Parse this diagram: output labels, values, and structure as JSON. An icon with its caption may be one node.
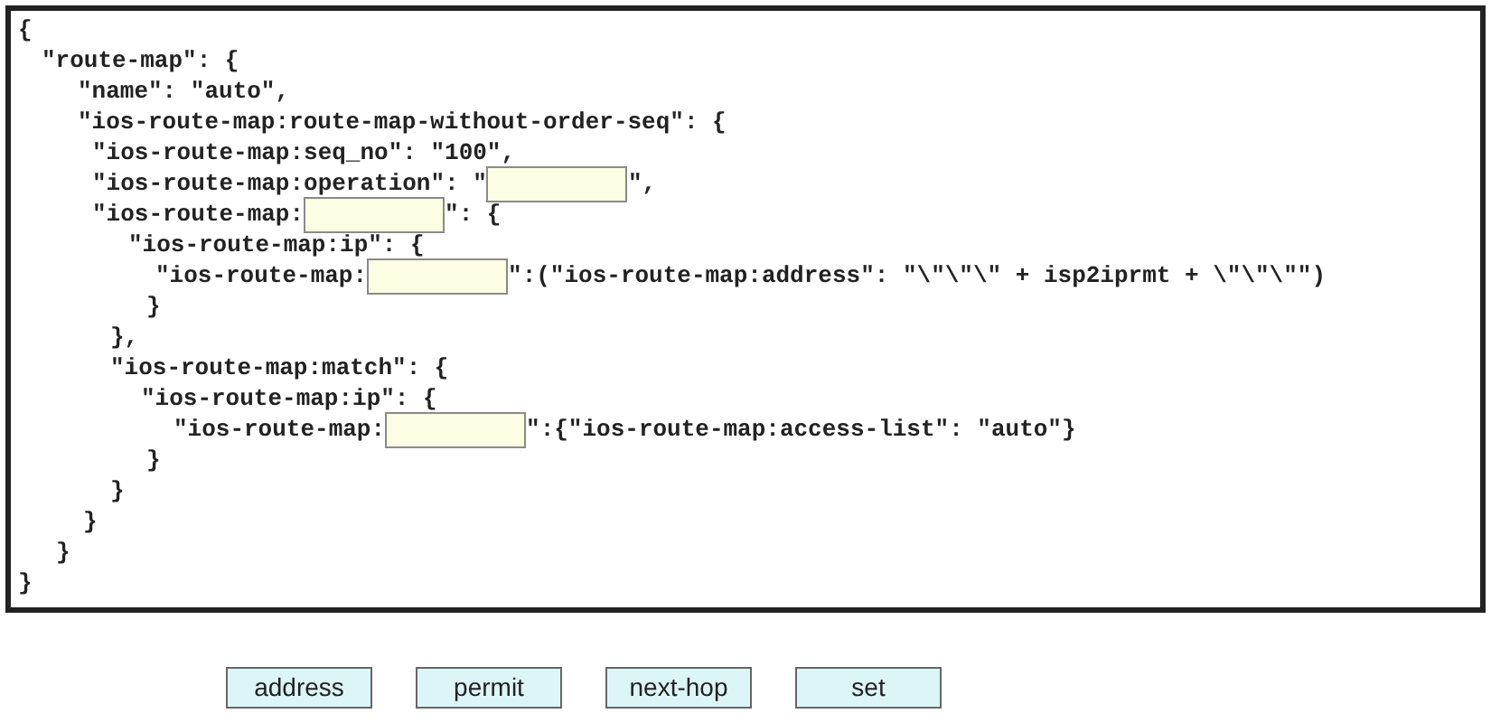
{
  "diagram": {
    "nodes": [
      {
        "text": [],
        "shape": "box"
      },
      {
        "text": [],
        "shape": "box",
        "in": 0
      },
      {
        "text": [],
        "shape": "box",
        "in": 0
      },
      {
        "text": [],
        "shape": "box",
        "in": 0
      },
      {
        "text": [],
        "shape": "box",
        "in": 0
      },
      {
        "text": [
          "address"
        ]
      },
      {
        "text": [
          "permit"
        ]
      },
      {
        "text": [
          "next-hop"
        ]
      },
      {
        "text": [
          "set"
        ]
      }
    ],
    "labels": [
      "{",
      "\"route-map\": {",
      "\"name\": \"auto\",",
      "\"ios-route-map:route-map-without-order-seq\": {",
      "\"ios-route-map:seq_no\": \"100\",",
      "\"ios-route-map:operation\": \"",
      "\",",
      "\"ios-route-map:",
      "\": {",
      "\"ios-route-map:ip\": {",
      "\"ios-route-map:",
      "\":(\"ios-route-map:address\": \"\\\"\\\"\\\" + isp2iprmt + \\\"\\\"\\\"\")",
      "}",
      "},",
      "\"ios-route-map:match\": {",
      "\"ios-route-map:ip\": {",
      "\"ios-route-map:",
      "\":{\"ios-route-map:access-list\": \"auto\"}",
      "}",
      "}",
      "}",
      "}",
      "}"
    ]
  }
}
